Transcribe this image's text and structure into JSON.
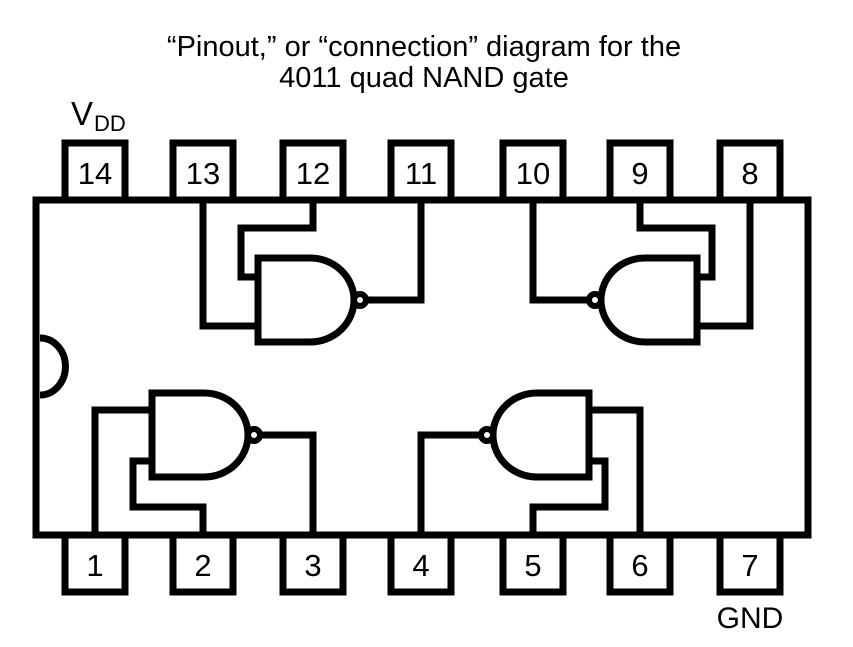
{
  "title": {
    "line1": "“Pinout,” or “connection” diagram for the",
    "line2": "4011 quad NAND gate"
  },
  "power_labels": {
    "vdd_main": "V",
    "vdd_sub": "DD",
    "gnd": "GND"
  },
  "pins": {
    "top": [
      "14",
      "13",
      "12",
      "11",
      "10",
      "9",
      "8"
    ],
    "bottom": [
      "1",
      "2",
      "3",
      "4",
      "5",
      "6",
      "7"
    ]
  },
  "ic": {
    "part": "4011",
    "description": "quad NAND gate",
    "pin_count": 14,
    "notch_side": "left",
    "vdd_pin": "14",
    "gnd_pin": "7"
  },
  "gates": [
    {
      "name": "gate-1",
      "position": "top-left",
      "facing": "right",
      "input_pins": [
        "12",
        "13"
      ],
      "output_pin": "11"
    },
    {
      "name": "gate-2",
      "position": "top-right",
      "facing": "left",
      "input_pins": [
        "9",
        "8"
      ],
      "output_pin": "10"
    },
    {
      "name": "gate-3",
      "position": "bottom-left",
      "facing": "right",
      "input_pins": [
        "1",
        "2"
      ],
      "output_pin": "3"
    },
    {
      "name": "gate-4",
      "position": "bottom-right",
      "facing": "left",
      "input_pins": [
        "6",
        "5"
      ],
      "output_pin": "4"
    }
  ],
  "colors": {
    "line": "#000000",
    "background": "#ffffff"
  }
}
